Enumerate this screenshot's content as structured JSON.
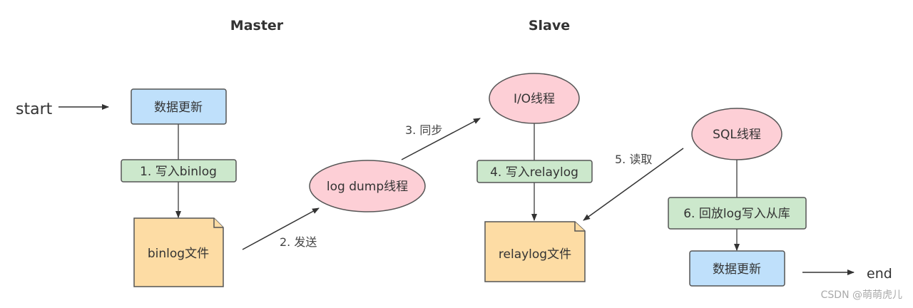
{
  "headings": {
    "master": "Master",
    "slave": "Slave"
  },
  "terminals": {
    "start": "start",
    "end": "end"
  },
  "nodes": {
    "master_update": "数据更新",
    "step1": "1. 写入binlog",
    "binlog_file": "binlog文件",
    "log_dump": "log dump线程",
    "io_thread": "I/O线程",
    "step4": "4. 写入relaylog",
    "relaylog_file": "relaylog文件",
    "sql_thread": "SQL线程",
    "step6": "6. 回放log写入从库",
    "slave_update": "数据更新"
  },
  "edge_labels": {
    "step2": "2. 发送",
    "step3": "3. 同步",
    "step5": "5. 读取"
  },
  "colors": {
    "update_fill": "#bfe0fb",
    "step_fill": "#cce8cc",
    "file_fill": "#fddca4",
    "thread_fill": "#fdcfd6",
    "stroke": "#555555"
  },
  "watermark": "CSDN @萌萌虎儿"
}
